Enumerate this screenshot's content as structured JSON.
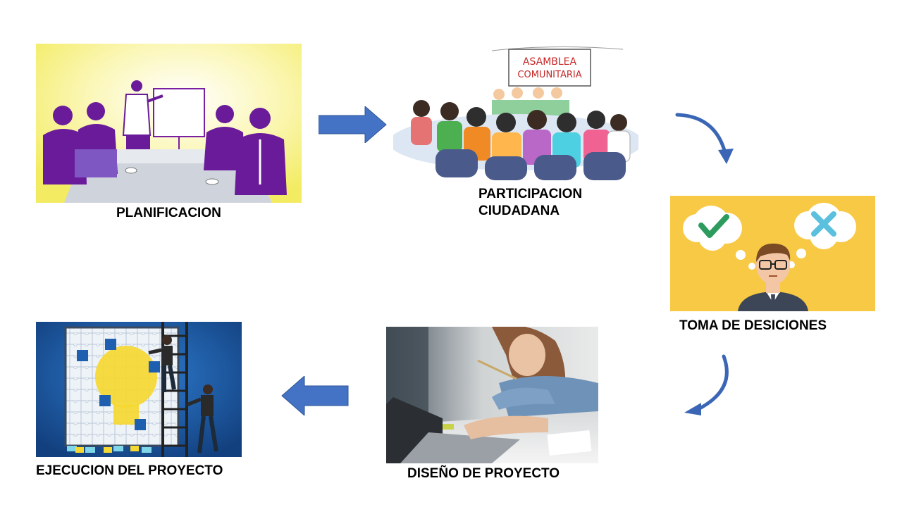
{
  "steps": [
    {
      "label": "PLANIFICACION",
      "image": "meeting-presentation-illustration"
    },
    {
      "label": "PARTICIPACION\nCIUDADANA",
      "image": "community-assembly-illustration"
    },
    {
      "label": "TOMA DE DESICIONES",
      "image": "decision-making-illustration"
    },
    {
      "label": "DISEÑO DE PROYECTO",
      "image": "project-design-photo"
    },
    {
      "label": "EJECUCION DEL PROYECTO",
      "image": "puzzle-lightbulb-illustration"
    }
  ],
  "banner_text": "ASAMBLEA\nCOMUNITARIA",
  "colors": {
    "arrow": "#4472c4",
    "planning_bg": "#f6f08a",
    "silhouette": "#6a1b9a",
    "decision_bg": "#f8c945",
    "check": "#2e9b5e",
    "cross": "#5bc0de",
    "puzzle_bg": "#1e5aa8"
  }
}
